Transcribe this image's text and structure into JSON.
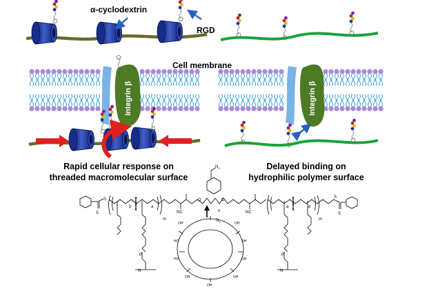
{
  "labels": {
    "cyclodextrin": "α-cyclodextrin",
    "rgd": "RGD",
    "cell_membrane": "Cell membrane",
    "integrin_left": "Integrin β",
    "integrin_right": "Integrin β",
    "rapid_line1": "Rapid cellular response on",
    "rapid_line2": "threaded macromolecular surface",
    "delayed_line1": "Delayed binding on",
    "delayed_line2": "hydrophilic polymer surface"
  },
  "chem": {
    "n3_top": "N",
    "n3_top_sub": "3",
    "n3_ring": "N",
    "n3_ring_sub": "3",
    "nc": "NC",
    "nc_right": "NC",
    "n_sub": "n",
    "m_left": "m",
    "m_right": "m",
    "a_left": "a",
    "b_left": "b",
    "a_right": "a",
    "b_right": "b",
    "s": "S",
    "o": "O",
    "p": "P",
    "n_plus": "N",
    "h": "H",
    "oh": "OH",
    "ho": "HO"
  },
  "colors": {
    "axle": "#6b6b2a",
    "polymer": "#1aa33a",
    "cd_blue": "#1c2f8f",
    "cd_light": "#3e5fc8",
    "lipid_head": "#a98ad6",
    "lipid_tail": "#3aa0e0",
    "integrin_alpha": "#7ab3e6",
    "integrin_beta": "#4e7a26",
    "arrow_red": "#e02020",
    "arrow_blue": "#2a5fc0"
  }
}
